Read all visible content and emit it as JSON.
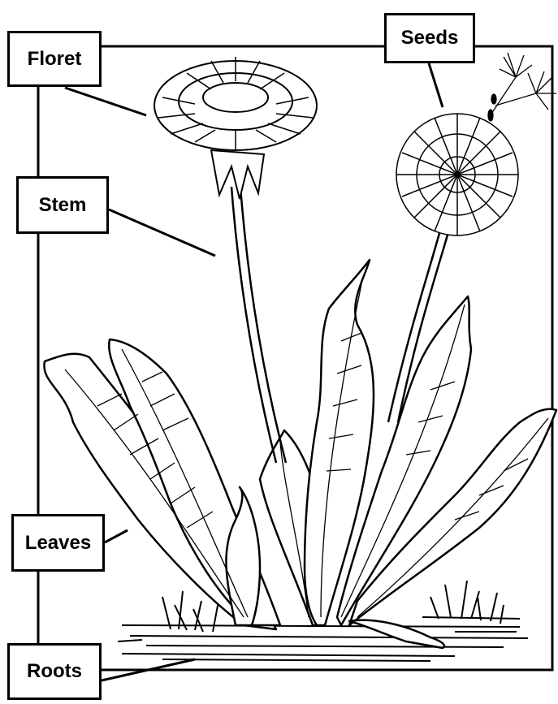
{
  "labels": {
    "floret": "Floret",
    "seeds": "Seeds",
    "stem": "Stem",
    "leaves": "Leaves",
    "roots": "Roots"
  },
  "colors": {
    "ink": "#000000",
    "paper": "#ffffff"
  }
}
